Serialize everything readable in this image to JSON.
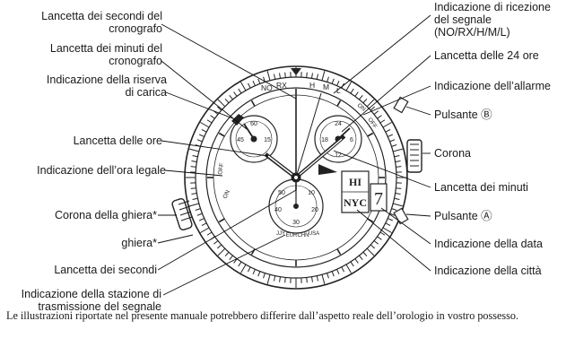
{
  "labels_left": [
    {
      "text": "Lancetta dei secondi del cronografo",
      "lines": [
        "Lancetta dei secondi del",
        "cronografo"
      ]
    },
    {
      "text": "Lancetta dei minuti del cronografo",
      "lines": [
        "Lancetta dei minuti del",
        "cronografo"
      ]
    },
    {
      "text": "Indicazione della riserva di carica",
      "lines": [
        "Indicazione della riserva",
        "di carica"
      ]
    },
    {
      "text": "Lancetta delle ore",
      "lines": [
        "Lancetta delle ore"
      ]
    },
    {
      "text": "Indicazione dell'ora legale",
      "lines": [
        "Indicazione dell’ora legale"
      ]
    },
    {
      "text": "Corona della ghiera*",
      "lines": [
        "Corona della ghiera*"
      ]
    },
    {
      "text": "ghiera*",
      "lines": [
        "ghiera*"
      ]
    },
    {
      "text": "Lancetta dei secondi",
      "lines": [
        "Lancetta dei secondi"
      ]
    },
    {
      "text": "Indicazione della stazione di trasmissione del segnale",
      "lines": [
        "Indicazione della stazione di",
        "trasmissione del segnale"
      ]
    }
  ],
  "labels_right": [
    {
      "text": "Indicazione di ricezione del segnale (NO/RX/H/M/L)",
      "lines": [
        "Indicazione di ricezione",
        "del segnale",
        "(NO/RX/H/M/L)"
      ]
    },
    {
      "text": "Lancetta delle 24 ore",
      "lines": [
        "Lancetta delle 24 ore"
      ]
    },
    {
      "text": "Indicazione dell'allarme",
      "lines": [
        "Indicazione dell’allarme"
      ]
    },
    {
      "text": "Pulsante B",
      "lines": [
        "Pulsante Ⓑ"
      ]
    },
    {
      "text": "Corona",
      "lines": [
        "Corona"
      ]
    },
    {
      "text": "Lancetta dei minuti",
      "lines": [
        "Lancetta dei minuti"
      ]
    },
    {
      "text": "Pulsante A",
      "lines": [
        "Pulsante Ⓐ"
      ]
    },
    {
      "text": "Indicazione della data",
      "lines": [
        "Indicazione della data"
      ]
    },
    {
      "text": "Indicazione della città",
      "lines": [
        "Indicazione della città"
      ]
    }
  ],
  "dial": {
    "reception_marks": [
      "NO",
      "RX",
      "H",
      "M",
      "L"
    ],
    "left_subdial_marks": [
      "60",
      "45",
      "15"
    ],
    "right_subdial_marks": [
      "24",
      "6",
      "12",
      "18"
    ],
    "bottom_subdial_marks": [
      "50",
      "10",
      "40",
      "20",
      "30"
    ],
    "stations": [
      "JJY",
      "EUR",
      "CHN",
      "USA"
    ],
    "dst_marks": [
      "OFF",
      "ON"
    ],
    "city_marks": [
      "NYC",
      "HI"
    ],
    "alarm_marks": [
      "ON",
      "OFF"
    ],
    "date_digit": "7"
  },
  "caption": "Le illustrazioni riportate nel presente manuale potrebbero differire dall’aspetto reale dell’orologio in vostro possesso."
}
